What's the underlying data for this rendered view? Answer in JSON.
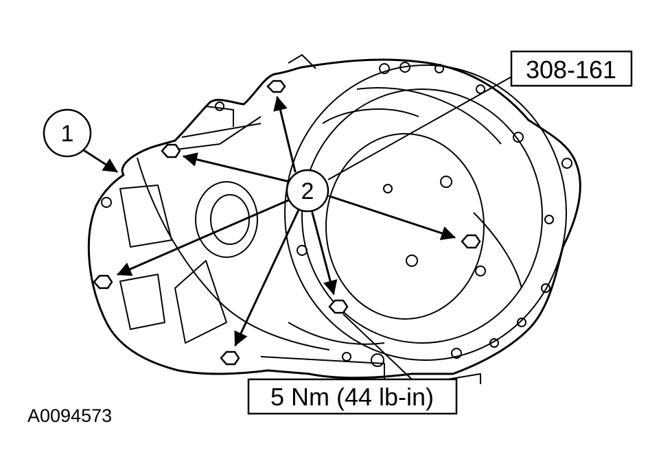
{
  "figure_id": "A0094573",
  "callouts": [
    {
      "number": "1"
    },
    {
      "number": "2"
    }
  ],
  "tool_label": "308-161",
  "torque_label": "5 Nm (44 lb-in)",
  "colors": {
    "line": "#000000",
    "background": "#ffffff"
  }
}
